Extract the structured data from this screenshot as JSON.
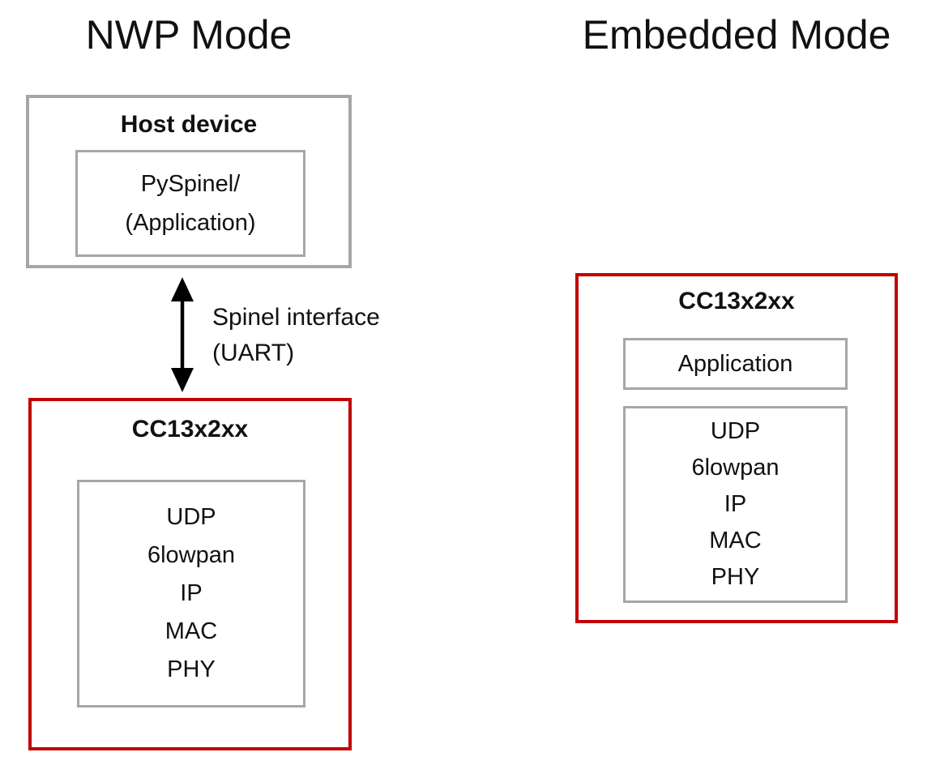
{
  "colors": {
    "accent_red": "#C00000",
    "box_gray": "#A6A6A6",
    "text": "#111111",
    "arrow_black": "#000000"
  },
  "titles": {
    "left": "NWP Mode",
    "right": "Embedded Mode"
  },
  "nwp": {
    "host_box": {
      "title": "Host device",
      "inner_line1": "PySpinel/",
      "inner_line2": "(Application)"
    },
    "link": {
      "label_line1": "Spinel interface",
      "label_line2": "(UART)"
    },
    "device_box": {
      "title": "CC13x2xx",
      "stack": [
        "UDP",
        "6lowpan",
        "IP",
        "MAC",
        "PHY"
      ]
    }
  },
  "embedded": {
    "device_box": {
      "title": "CC13x2xx",
      "app_label": "Application",
      "stack": [
        "UDP",
        "6lowpan",
        "IP",
        "MAC",
        "PHY"
      ]
    }
  }
}
